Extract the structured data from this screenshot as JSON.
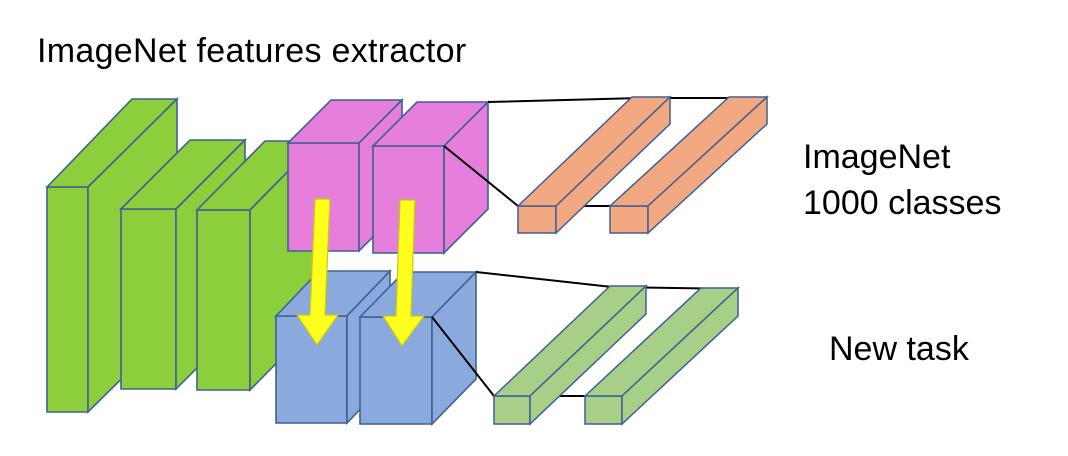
{
  "title": "ImageNet features extractor",
  "imagenet_head_label": {
    "line1": "ImageNet",
    "line2": "1000 classes"
  },
  "new_task_label": "New task",
  "colors": {
    "backbone_green": "#8ccf3c",
    "transfer_pink": "#e67fdb",
    "transfer_blue": "#8aaade",
    "imagenet_fc_orange": "#f2a880",
    "newtask_fc_green": "#a8cf88",
    "arrow_yellow": "#ffff1e",
    "edge_blue": "#3f5f95",
    "connector_black": "#000000"
  }
}
